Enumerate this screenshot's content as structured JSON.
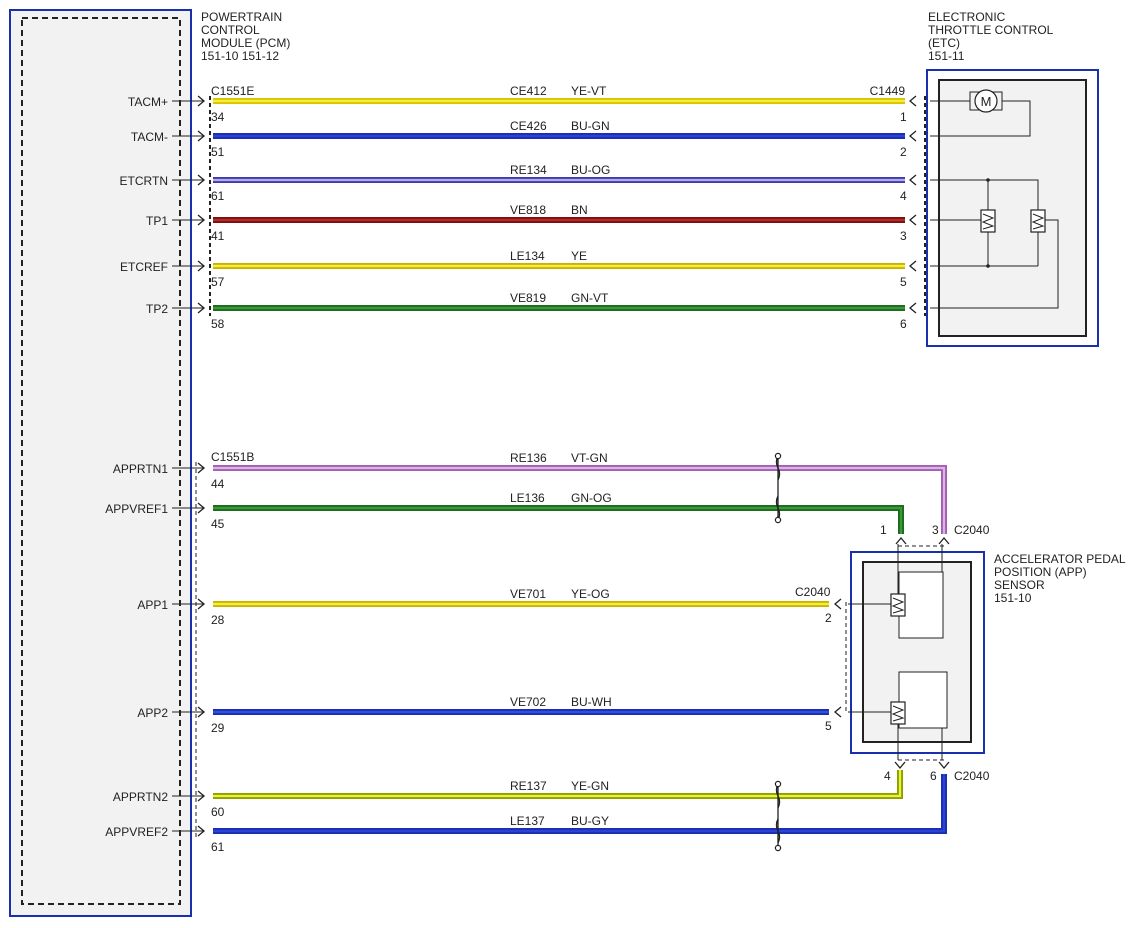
{
  "pcm": {
    "title_lines": [
      "POWERTRAIN",
      "CONTROL",
      "MODULE (PCM)"
    ],
    "refs": "151-10  151-12",
    "connector_top": "C1551E",
    "connector_bottom": "C1551B"
  },
  "etc": {
    "title_lines": [
      "ELECTRONIC",
      "THROTTLE CONTROL",
      "(ETC)"
    ],
    "refs": "151-11",
    "connector": "C1449",
    "motor_symbol": "M"
  },
  "app": {
    "title_lines": [
      "ACCELERATOR PEDAL",
      "POSITION (APP)",
      "SENSOR"
    ],
    "refs": "151-10",
    "connector": "C2040",
    "connector_top_right": "C2040",
    "connector_bottom_right": "C2040"
  },
  "wires": [
    {
      "signal": "TACM+",
      "pcm_pin": "34",
      "circuit": "CE412",
      "color_code": "YE-VT",
      "far_pin": "1",
      "stroke": "#d8c400",
      "inner": "#f6ee3c"
    },
    {
      "signal": "TACM-",
      "pcm_pin": "51",
      "circuit": "CE426",
      "color_code": "BU-GN",
      "far_pin": "2",
      "stroke": "#1a2fb0",
      "inner": "#2a42d8"
    },
    {
      "signal": "ETCRTN",
      "pcm_pin": "61",
      "circuit": "RE134",
      "color_code": "BU-OG",
      "far_pin": "4",
      "stroke": "#3040b0",
      "inner": "#c9a0e0"
    },
    {
      "signal": "TP1",
      "pcm_pin": "41",
      "circuit": "VE818",
      "color_code": "BN",
      "far_pin": "3",
      "stroke": "#7a1010",
      "inner": "#b82a2a"
    },
    {
      "signal": "ETCREF",
      "pcm_pin": "57",
      "circuit": "LE134",
      "color_code": "YE",
      "far_pin": "5",
      "stroke": "#c8b400",
      "inner": "#f6ee3c"
    },
    {
      "signal": "TP2",
      "pcm_pin": "58",
      "circuit": "VE819",
      "color_code": "GN-VT",
      "far_pin": "6",
      "stroke": "#1e6a1e",
      "inner": "#3a9a3a"
    },
    {
      "signal": "APPRTN1",
      "pcm_pin": "44",
      "circuit": "RE136",
      "color_code": "VT-GN",
      "far_pin": "3",
      "stroke": "#a060b0",
      "inner": "#e0b0e8"
    },
    {
      "signal": "APPVREF1",
      "pcm_pin": "45",
      "circuit": "LE136",
      "color_code": "GN-OG",
      "far_pin": "1",
      "stroke": "#1e6a1e",
      "inner": "#3a9a3a"
    },
    {
      "signal": "APP1",
      "pcm_pin": "28",
      "circuit": "VE701",
      "color_code": "YE-OG",
      "far_pin": "2",
      "stroke": "#c8b400",
      "inner": "#f6ee3c"
    },
    {
      "signal": "APP2",
      "pcm_pin": "29",
      "circuit": "VE702",
      "color_code": "BU-WH",
      "far_pin": "5",
      "stroke": "#1a2fb0",
      "inner": "#3050e0"
    },
    {
      "signal": "APPRTN2",
      "pcm_pin": "60",
      "circuit": "RE137",
      "color_code": "YE-GN",
      "far_pin": "4",
      "stroke": "#8aa000",
      "inner": "#eef03c"
    },
    {
      "signal": "APPVREF2",
      "pcm_pin": "61",
      "circuit": "LE137",
      "color_code": "BU-GY",
      "far_pin": "6",
      "stroke": "#1a2fb0",
      "inner": "#2a42d8"
    }
  ]
}
